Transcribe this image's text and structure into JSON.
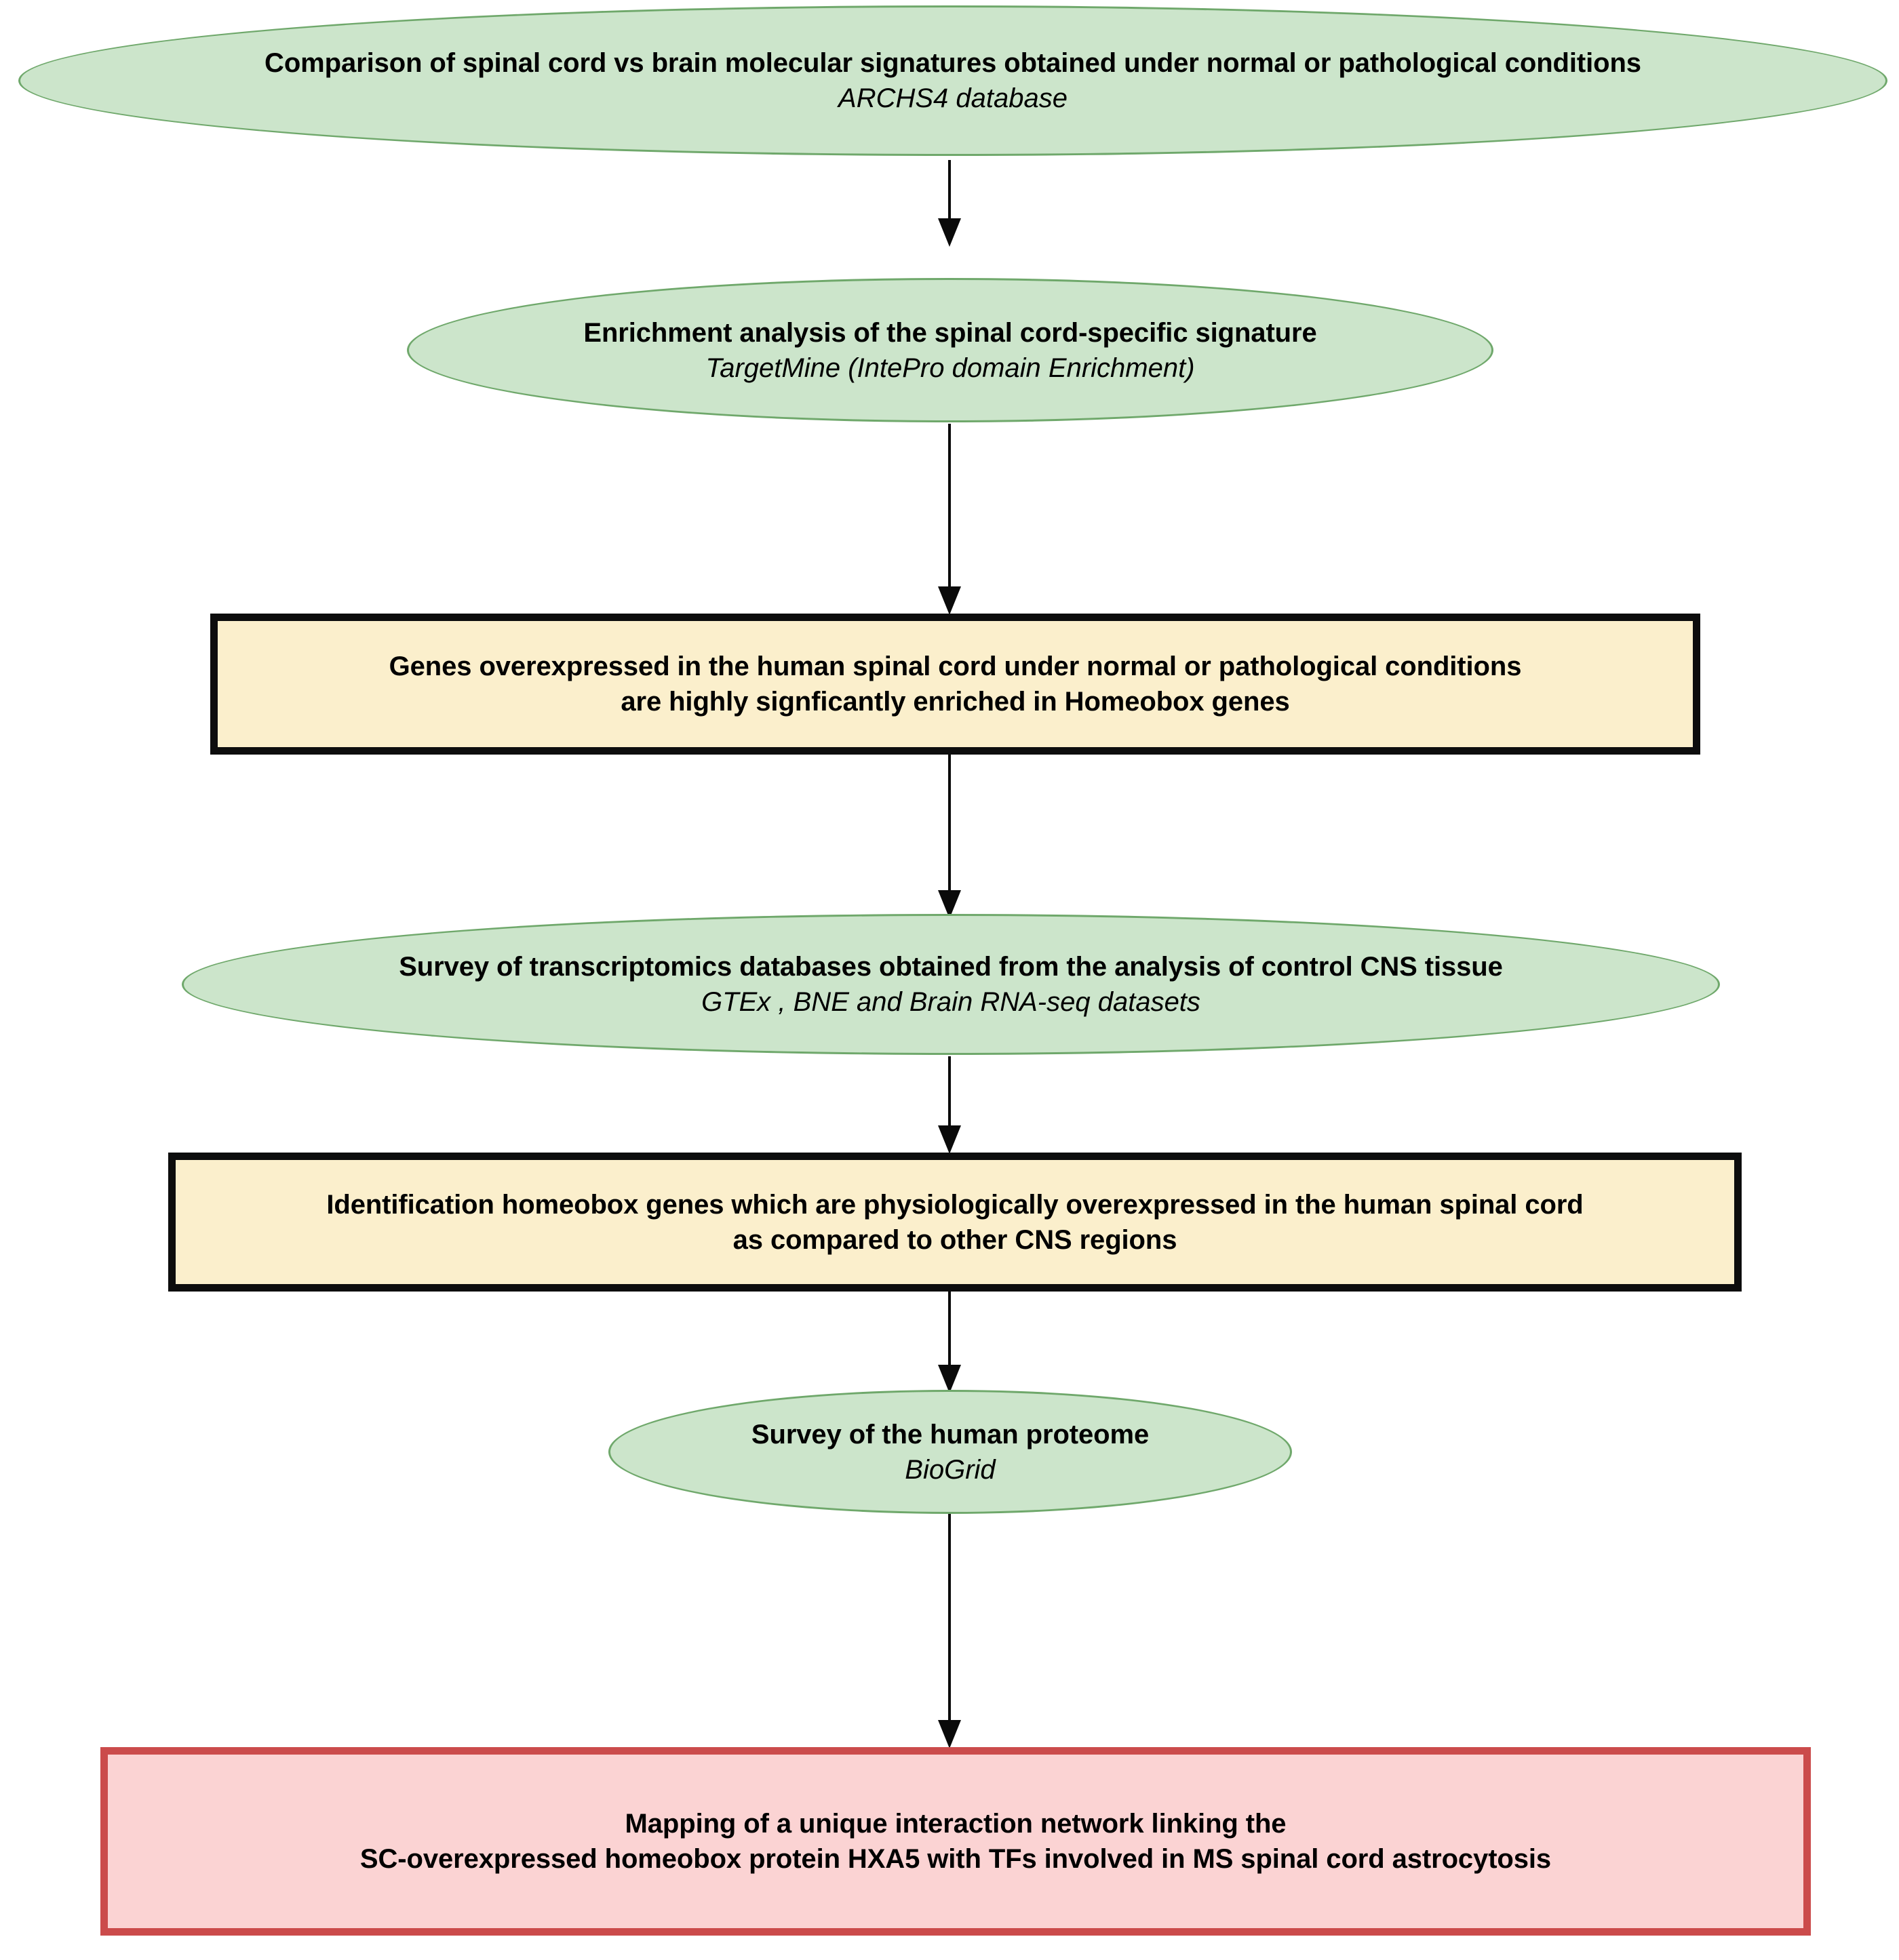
{
  "diagram": {
    "title": "Study workflow flowchart",
    "colors": {
      "ellipse_fill": "#CCE5CB",
      "ellipse_border": "#6FA86B",
      "yellow_box_fill": "#FBEFCC",
      "yellow_box_border": "#0D0D0D",
      "red_box_fill": "#FBD3D3",
      "red_box_border": "#CB4B4B",
      "arrow": "#0A0A0A",
      "background": "#FFFFFF",
      "text": "#000000"
    },
    "nodes": [
      {
        "id": "node-1",
        "shape": "ellipse",
        "main": "Comparison of spinal cord vs brain molecular signatures obtained under normal or pathological conditions",
        "sub": "ARCHS4 database"
      },
      {
        "id": "node-2",
        "shape": "ellipse",
        "main": "Enrichment analysis of the spinal cord-specific signature",
        "sub": "TargetMine (IntePro domain Enrichment)"
      },
      {
        "id": "node-3",
        "shape": "rect-yellow",
        "main_line_1": "Genes overexpressed in the human spinal cord under normal or pathological conditions",
        "main_line_2": "are highly signficantly enriched in Homeobox genes"
      },
      {
        "id": "node-4",
        "shape": "ellipse",
        "main": "Survey of transcriptomics databases obtained from the analysis of control CNS tissue",
        "sub": "GTEx , BNE and Brain RNA-seq datasets"
      },
      {
        "id": "node-5",
        "shape": "rect-yellow",
        "main_line_1": "Identification homeobox genes which are physiologically overexpressed in the human spinal cord",
        "main_line_2": "as compared to other CNS regions"
      },
      {
        "id": "node-6",
        "shape": "ellipse",
        "main": "Survey of the human proteome",
        "sub": "BioGrid"
      },
      {
        "id": "node-7",
        "shape": "rect-red",
        "main_line_1": "Mapping of a unique interaction network linking the",
        "main_line_2": "SC-overexpressed homeobox protein HXA5 with TFs involved in MS spinal cord astrocytosis"
      }
    ],
    "connectors": [
      {
        "id": "arrow-1-2",
        "from": "node-1",
        "to": "node-2",
        "glyph": "down-arrow"
      },
      {
        "id": "arrow-2-3",
        "from": "node-2",
        "to": "node-3",
        "glyph": "down-arrow"
      },
      {
        "id": "arrow-3-4",
        "from": "node-3",
        "to": "node-4",
        "glyph": "down-arrow"
      },
      {
        "id": "arrow-4-5",
        "from": "node-4",
        "to": "node-5",
        "glyph": "down-arrow"
      },
      {
        "id": "arrow-5-6",
        "from": "node-5",
        "to": "node-6",
        "glyph": "down-arrow"
      },
      {
        "id": "arrow-6-7",
        "from": "node-6",
        "to": "node-7",
        "glyph": "down-arrow"
      }
    ]
  }
}
